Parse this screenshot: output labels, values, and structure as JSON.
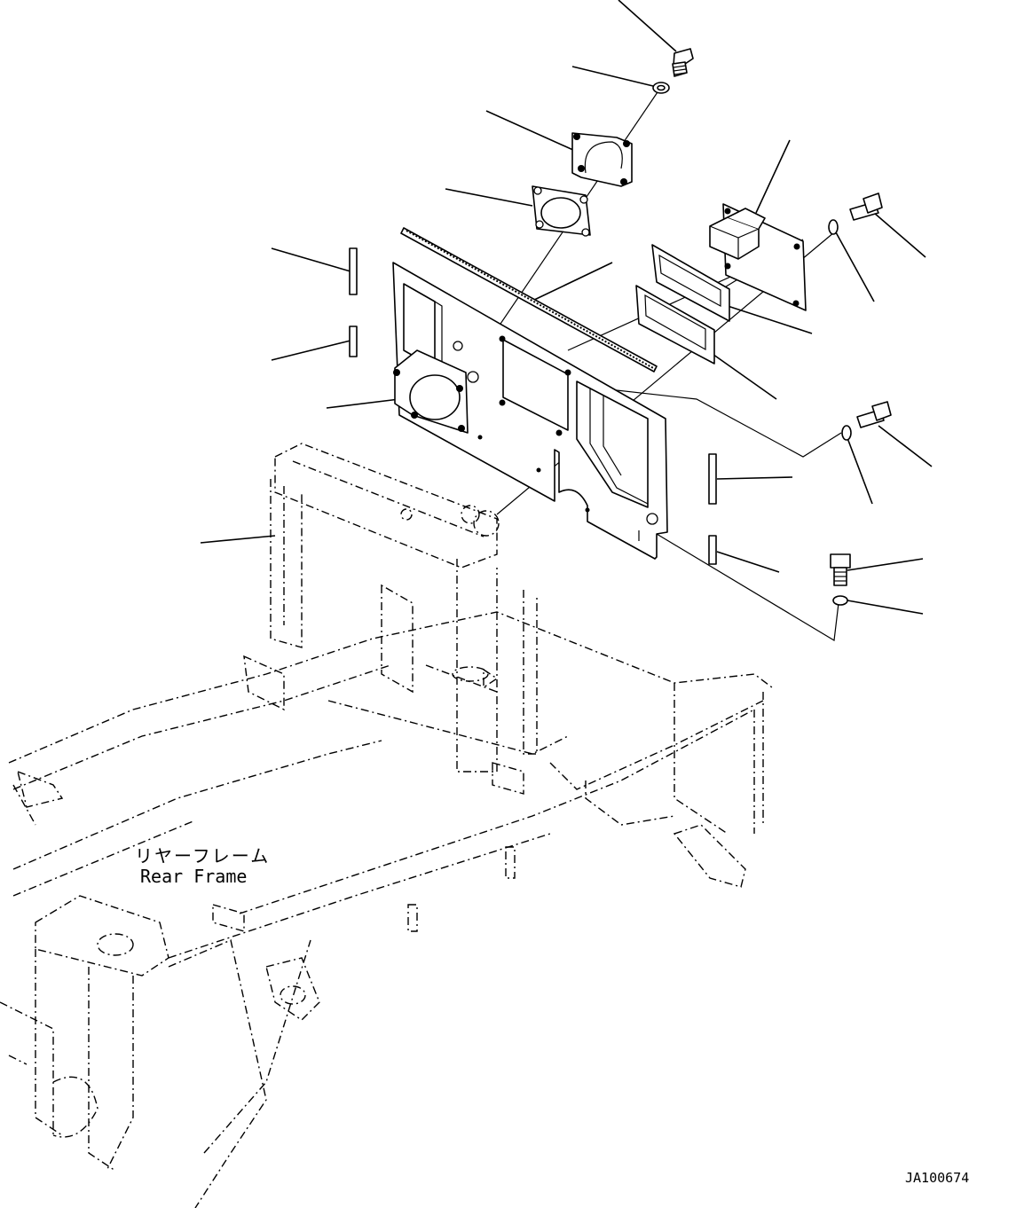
{
  "labels": {
    "rear_frame_jp": "リヤーフレーム",
    "rear_frame_en": "Rear Frame",
    "drawing_id": "JA100674"
  }
}
